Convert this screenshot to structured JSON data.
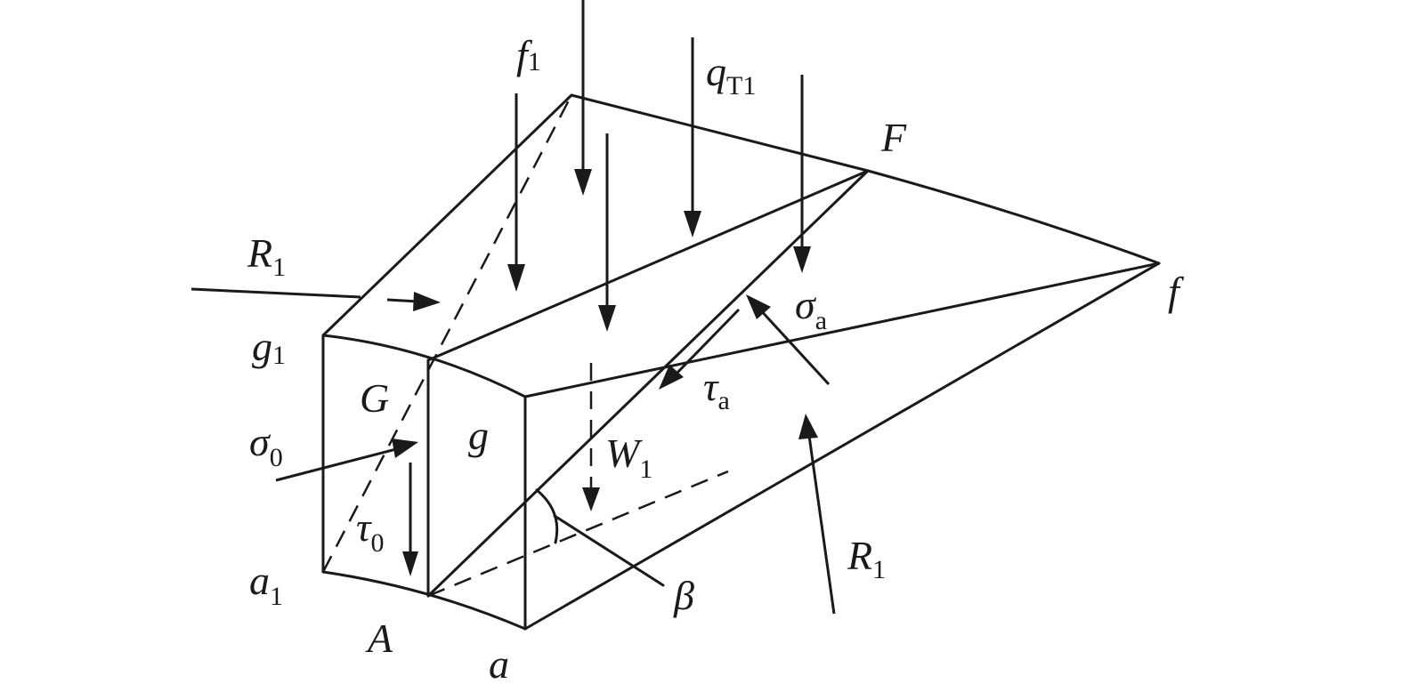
{
  "labels": {
    "f1": {
      "main": "f",
      "sub": "1"
    },
    "qT1": {
      "main": "q",
      "sub": "T1"
    },
    "F": {
      "main": "F"
    },
    "f": {
      "main": "f"
    },
    "R1_left": {
      "main": "R",
      "sub": "1"
    },
    "sigma_a": {
      "main": "σ",
      "sub": "a"
    },
    "g1": {
      "main": "g",
      "sub": "1"
    },
    "G": {
      "main": "G"
    },
    "tau_a": {
      "main": "τ",
      "sub": "a"
    },
    "g": {
      "main": "g"
    },
    "sigma_0": {
      "main": "σ",
      "sub": "0"
    },
    "W1": {
      "main": "W",
      "sub": "1"
    },
    "tau_0": {
      "main": "τ",
      "sub": "0"
    },
    "R1_right": {
      "main": "R",
      "sub": "1"
    },
    "a1": {
      "main": "a",
      "sub": "1"
    },
    "beta": {
      "main": "β"
    },
    "A": {
      "main": "A"
    },
    "a": {
      "main": "a"
    }
  }
}
